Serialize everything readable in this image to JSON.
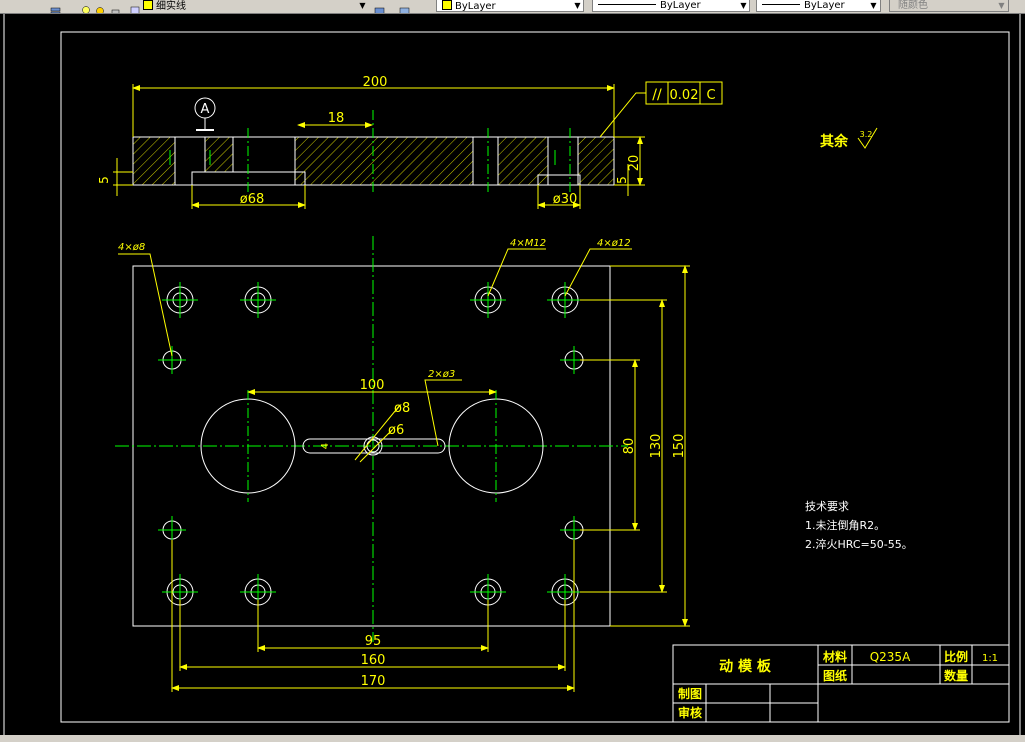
{
  "toolbar": {
    "layer_name": "细实线",
    "color_value": "ByLayer",
    "linetype_value": "ByLayer",
    "lineweight_value": "ByLayer",
    "plotstyle_value": "随颜色"
  },
  "drawing": {
    "top_dims": {
      "overall": "200",
      "slot": "18",
      "bore_left": "ø68",
      "bore_right": "ø30",
      "thickness": "20",
      "step_left": "5",
      "step_right": "5"
    },
    "datum_label": "A",
    "tolerance": {
      "symbol": "//",
      "value": "0.02",
      "datum": "C"
    },
    "roughness_note": "其余",
    "roughness_value": "3.2",
    "hole_callouts": {
      "left": "4×ø8",
      "m12": "4×M12",
      "ø12": "4×ø12",
      "pin": "2×ø3"
    },
    "center_dims": {
      "hole_spacing": "100",
      "ø8": "ø8",
      "ø6": "ø6",
      "small": "4"
    },
    "right_dims": {
      "d80": "80",
      "d130": "130",
      "d150": "150"
    },
    "bottom_dims": {
      "d95": "95",
      "d160": "160",
      "d170": "170"
    },
    "tech_notes": {
      "title": "技术要求",
      "line1": "1.未注倒角R2。",
      "line2": "2.淬火HRC=50-55。"
    },
    "title_block": {
      "part_name": "动 模 板",
      "material_label": "材料",
      "material_value": "Q235A",
      "scale_label": "比例",
      "scale_value": "1:1",
      "drawing_no_label": "图纸",
      "quantity_label": "数量",
      "drawn_label": "制图",
      "checked_label": "审核"
    }
  }
}
